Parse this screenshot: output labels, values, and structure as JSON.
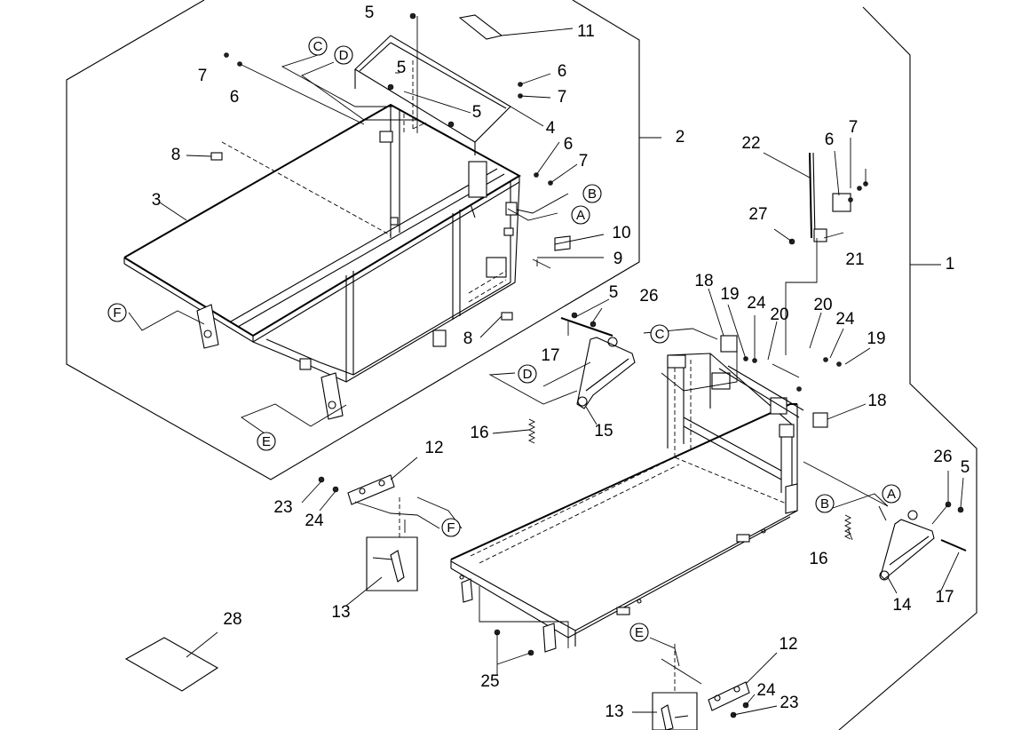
{
  "labels": {
    "n1": "1",
    "n2": "2",
    "n3": "3",
    "n4": "4",
    "n5a": "5",
    "n5b": "5",
    "n5c": "5",
    "n5d": "5",
    "n5e": "5",
    "n6a": "6",
    "n6b": "6",
    "n6c": "6",
    "n6d": "6",
    "n7a": "7",
    "n7b": "7",
    "n7c": "7",
    "n7d": "7",
    "n8a": "8",
    "n8b": "8",
    "n9": "9",
    "n10": "10",
    "n11": "11",
    "n12a": "12",
    "n12b": "12",
    "n13a": "13",
    "n13b": "13",
    "n14": "14",
    "n15": "15",
    "n16a": "16",
    "n16b": "16",
    "n17a": "17",
    "n17b": "17",
    "n18a": "18",
    "n18b": "18",
    "n19a": "19",
    "n19b": "19",
    "n20a": "20",
    "n20b": "20",
    "n21": "21",
    "n22": "22",
    "n23a": "23",
    "n23b": "23",
    "n24a": "24",
    "n24b": "24",
    "n24c": "24",
    "n24d": "24",
    "n25": "25",
    "n26a": "26",
    "n26b": "26",
    "n27": "27",
    "n28": "28"
  },
  "refs": {
    "c1": "C",
    "d1": "D",
    "b1": "B",
    "a1": "A",
    "f1": "F",
    "e1": "E",
    "c2": "C",
    "d2": "D",
    "f2": "F",
    "a2": "A",
    "b2": "B",
    "e2": "E"
  }
}
